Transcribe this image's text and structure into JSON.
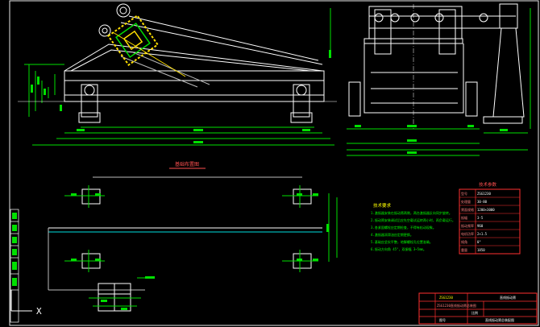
{
  "drawing": {
    "section_title": "基础布置图",
    "ucs_label": "X",
    "notes": {
      "heading": "技术要求",
      "lines": [
        "1.激振器安装在振动筛两侧，两台激振器反向同步旋转。",
        "2.振动筛安装调试后应先空载试运转两小时，再负载运行。",
        "3.各紧固螺栓应定期检查，不得有松动现象。",
        "4.激振器润滑油应定期更换。",
        "5.基础应坚实平整，地脚螺栓孔位置准确。",
        "6.振动方向角 45°，双振幅 3~5mm。"
      ]
    },
    "params": {
      "heading": "技术参数",
      "rows": [
        [
          "型号",
          "ZSG1230"
        ],
        [
          "处理量",
          "30-80"
        ],
        [
          "筛面规格",
          "1200×3000"
        ],
        [
          "振幅",
          "3-5"
        ],
        [
          "振动频率",
          "960"
        ],
        [
          "电机功率",
          "2×1.5"
        ],
        [
          "倾角",
          "0°"
        ],
        [
          "重量",
          "1850"
        ]
      ]
    },
    "title_block": {
      "code": "ZSG1230",
      "name": "直线振动筛",
      "row1": "ZSG1230直线振动筛总装图",
      "row2": "比例",
      "row3": "图号",
      "row4": "直线振动筛总装配图"
    }
  }
}
